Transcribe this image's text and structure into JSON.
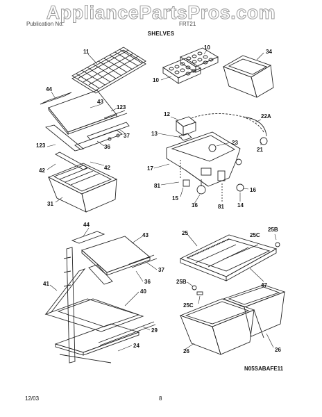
{
  "watermark": "AppliancePartsPros.com",
  "header": {
    "left": "Publication No.",
    "right": "FRT21",
    "title": "SHELVES"
  },
  "diagram_code": "N05SABAFE11",
  "footer": {
    "date": "12/03",
    "page": "8"
  },
  "callouts": {
    "c11": "11",
    "c10a": "10",
    "c10b": "10",
    "c34": "34",
    "c44a": "44",
    "c43a": "43",
    "c123a": "123",
    "c37a": "37",
    "c123b": "123",
    "c36a": "36",
    "c42a": "42",
    "c42b": "42",
    "c31": "31",
    "c12": "12",
    "c13": "13",
    "c22a": "22A",
    "c23": "23",
    "c21": "21",
    "c17": "17",
    "c81a": "81",
    "c15": "15",
    "c16a": "16",
    "c81b": "81",
    "c14": "14",
    "c16b": "16",
    "c44b": "44",
    "c43b": "43",
    "c37b": "37",
    "c36b": "36",
    "c41": "41",
    "c40": "40",
    "c29": "29",
    "c24": "24",
    "c25": "25",
    "c25c1": "25C",
    "c25b1": "25B",
    "c47": "47",
    "c25b2": "25B",
    "c25c2": "25C",
    "c26a": "26",
    "c26b": "26"
  }
}
